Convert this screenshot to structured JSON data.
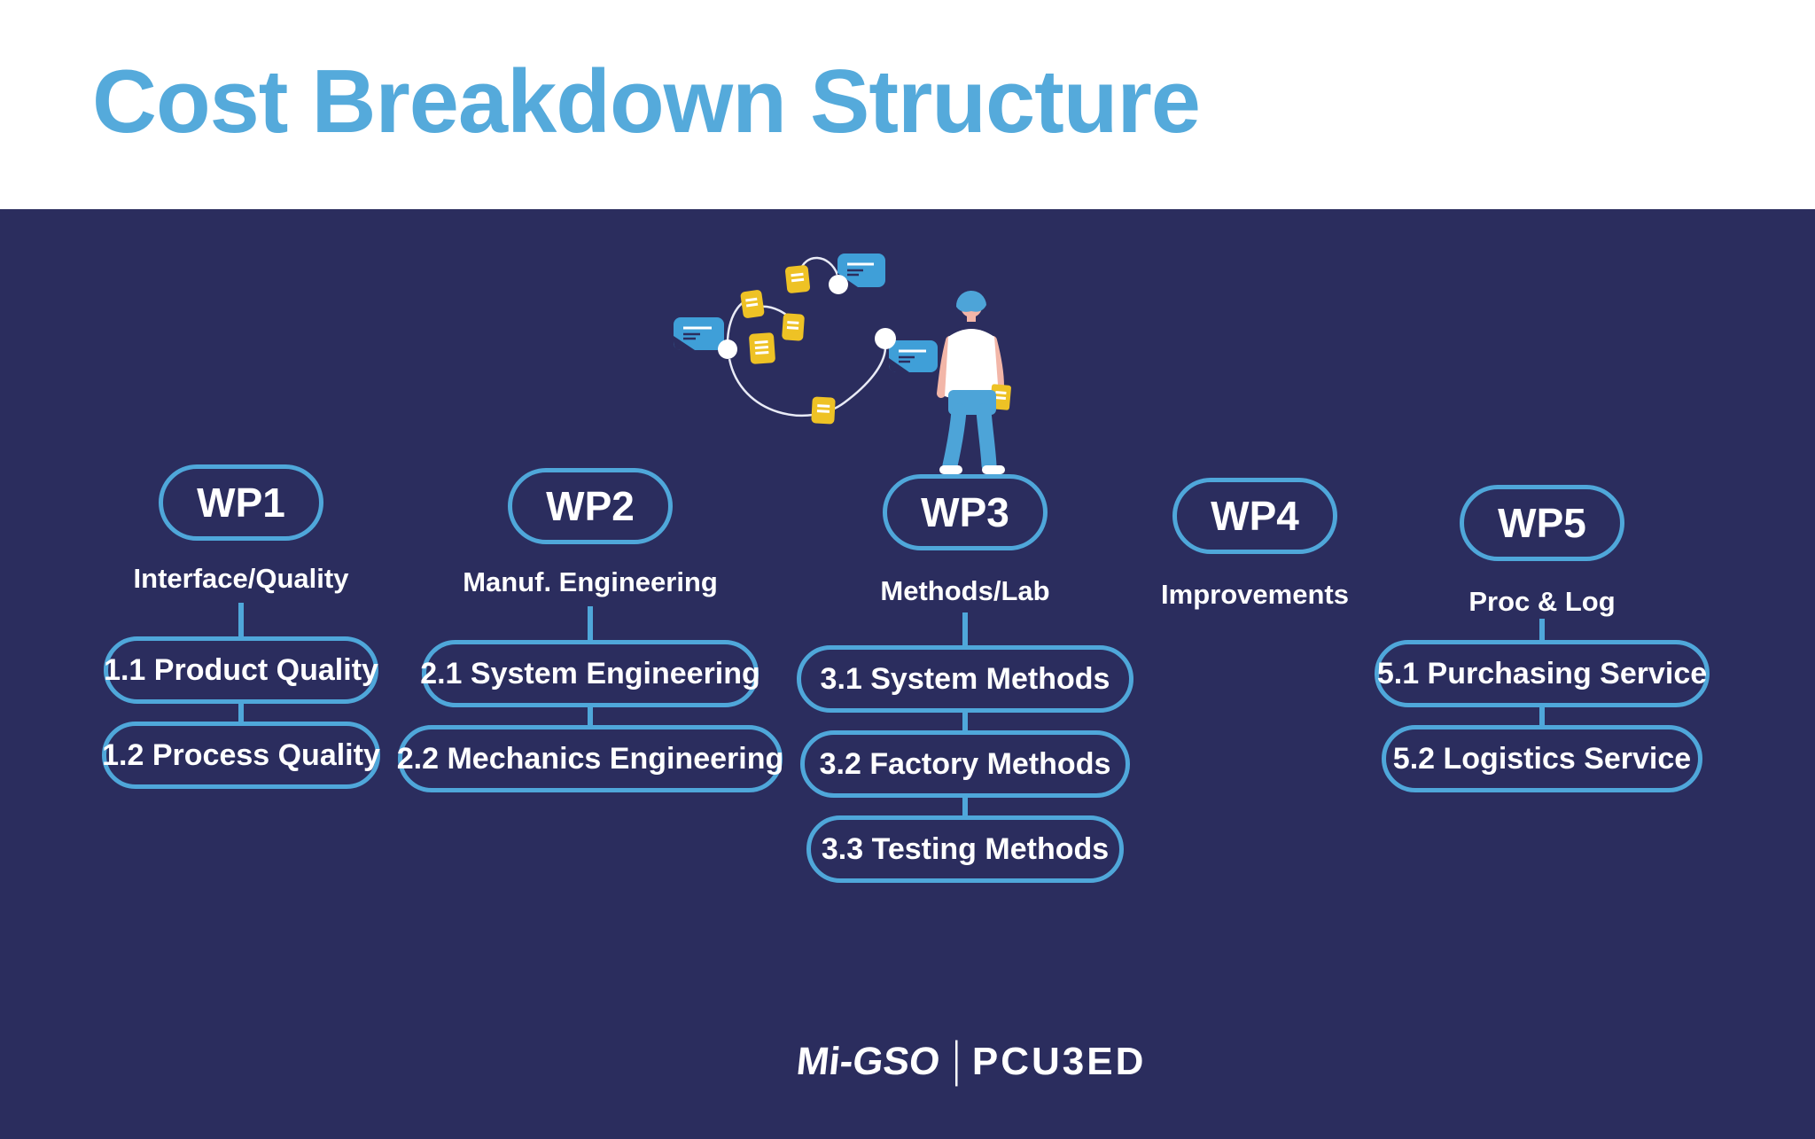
{
  "title": "Cost Breakdown Structure",
  "work_packages": [
    {
      "label": "WP1",
      "subtitle": "Interface/Quality",
      "items": [
        "1.1 Product Quality",
        "1.2 Process Quality"
      ]
    },
    {
      "label": "WP2",
      "subtitle": "Manuf. Engineering",
      "items": [
        "2.1 System Engineering",
        "2.2 Mechanics Engineering"
      ]
    },
    {
      "label": "WP3",
      "subtitle": "Methods/Lab",
      "items": [
        "3.1 System Methods",
        "3.2 Factory Methods",
        "3.3 Testing Methods"
      ]
    },
    {
      "label": "WP4",
      "subtitle": "Improvements",
      "items": []
    },
    {
      "label": "WP5",
      "subtitle": "Proc & Log",
      "items": [
        "5.1 Purchasing Service",
        "5.2 Logistics Service"
      ]
    }
  ],
  "footer": {
    "brand_left": "Mi-GSO",
    "separator": "|",
    "brand_right": "PCU3ED"
  },
  "illustration": {
    "icons": [
      "document-icon",
      "message-card-icon",
      "node-circle-icon",
      "person-icon"
    ]
  },
  "colors": {
    "background_navy": "#2b2d5e",
    "accent_blue": "#4fa7da",
    "title_blue": "#55aadb",
    "card_blue": "#3f9fd8",
    "document_yellow": "#eec225",
    "text_white": "#ffffff"
  }
}
